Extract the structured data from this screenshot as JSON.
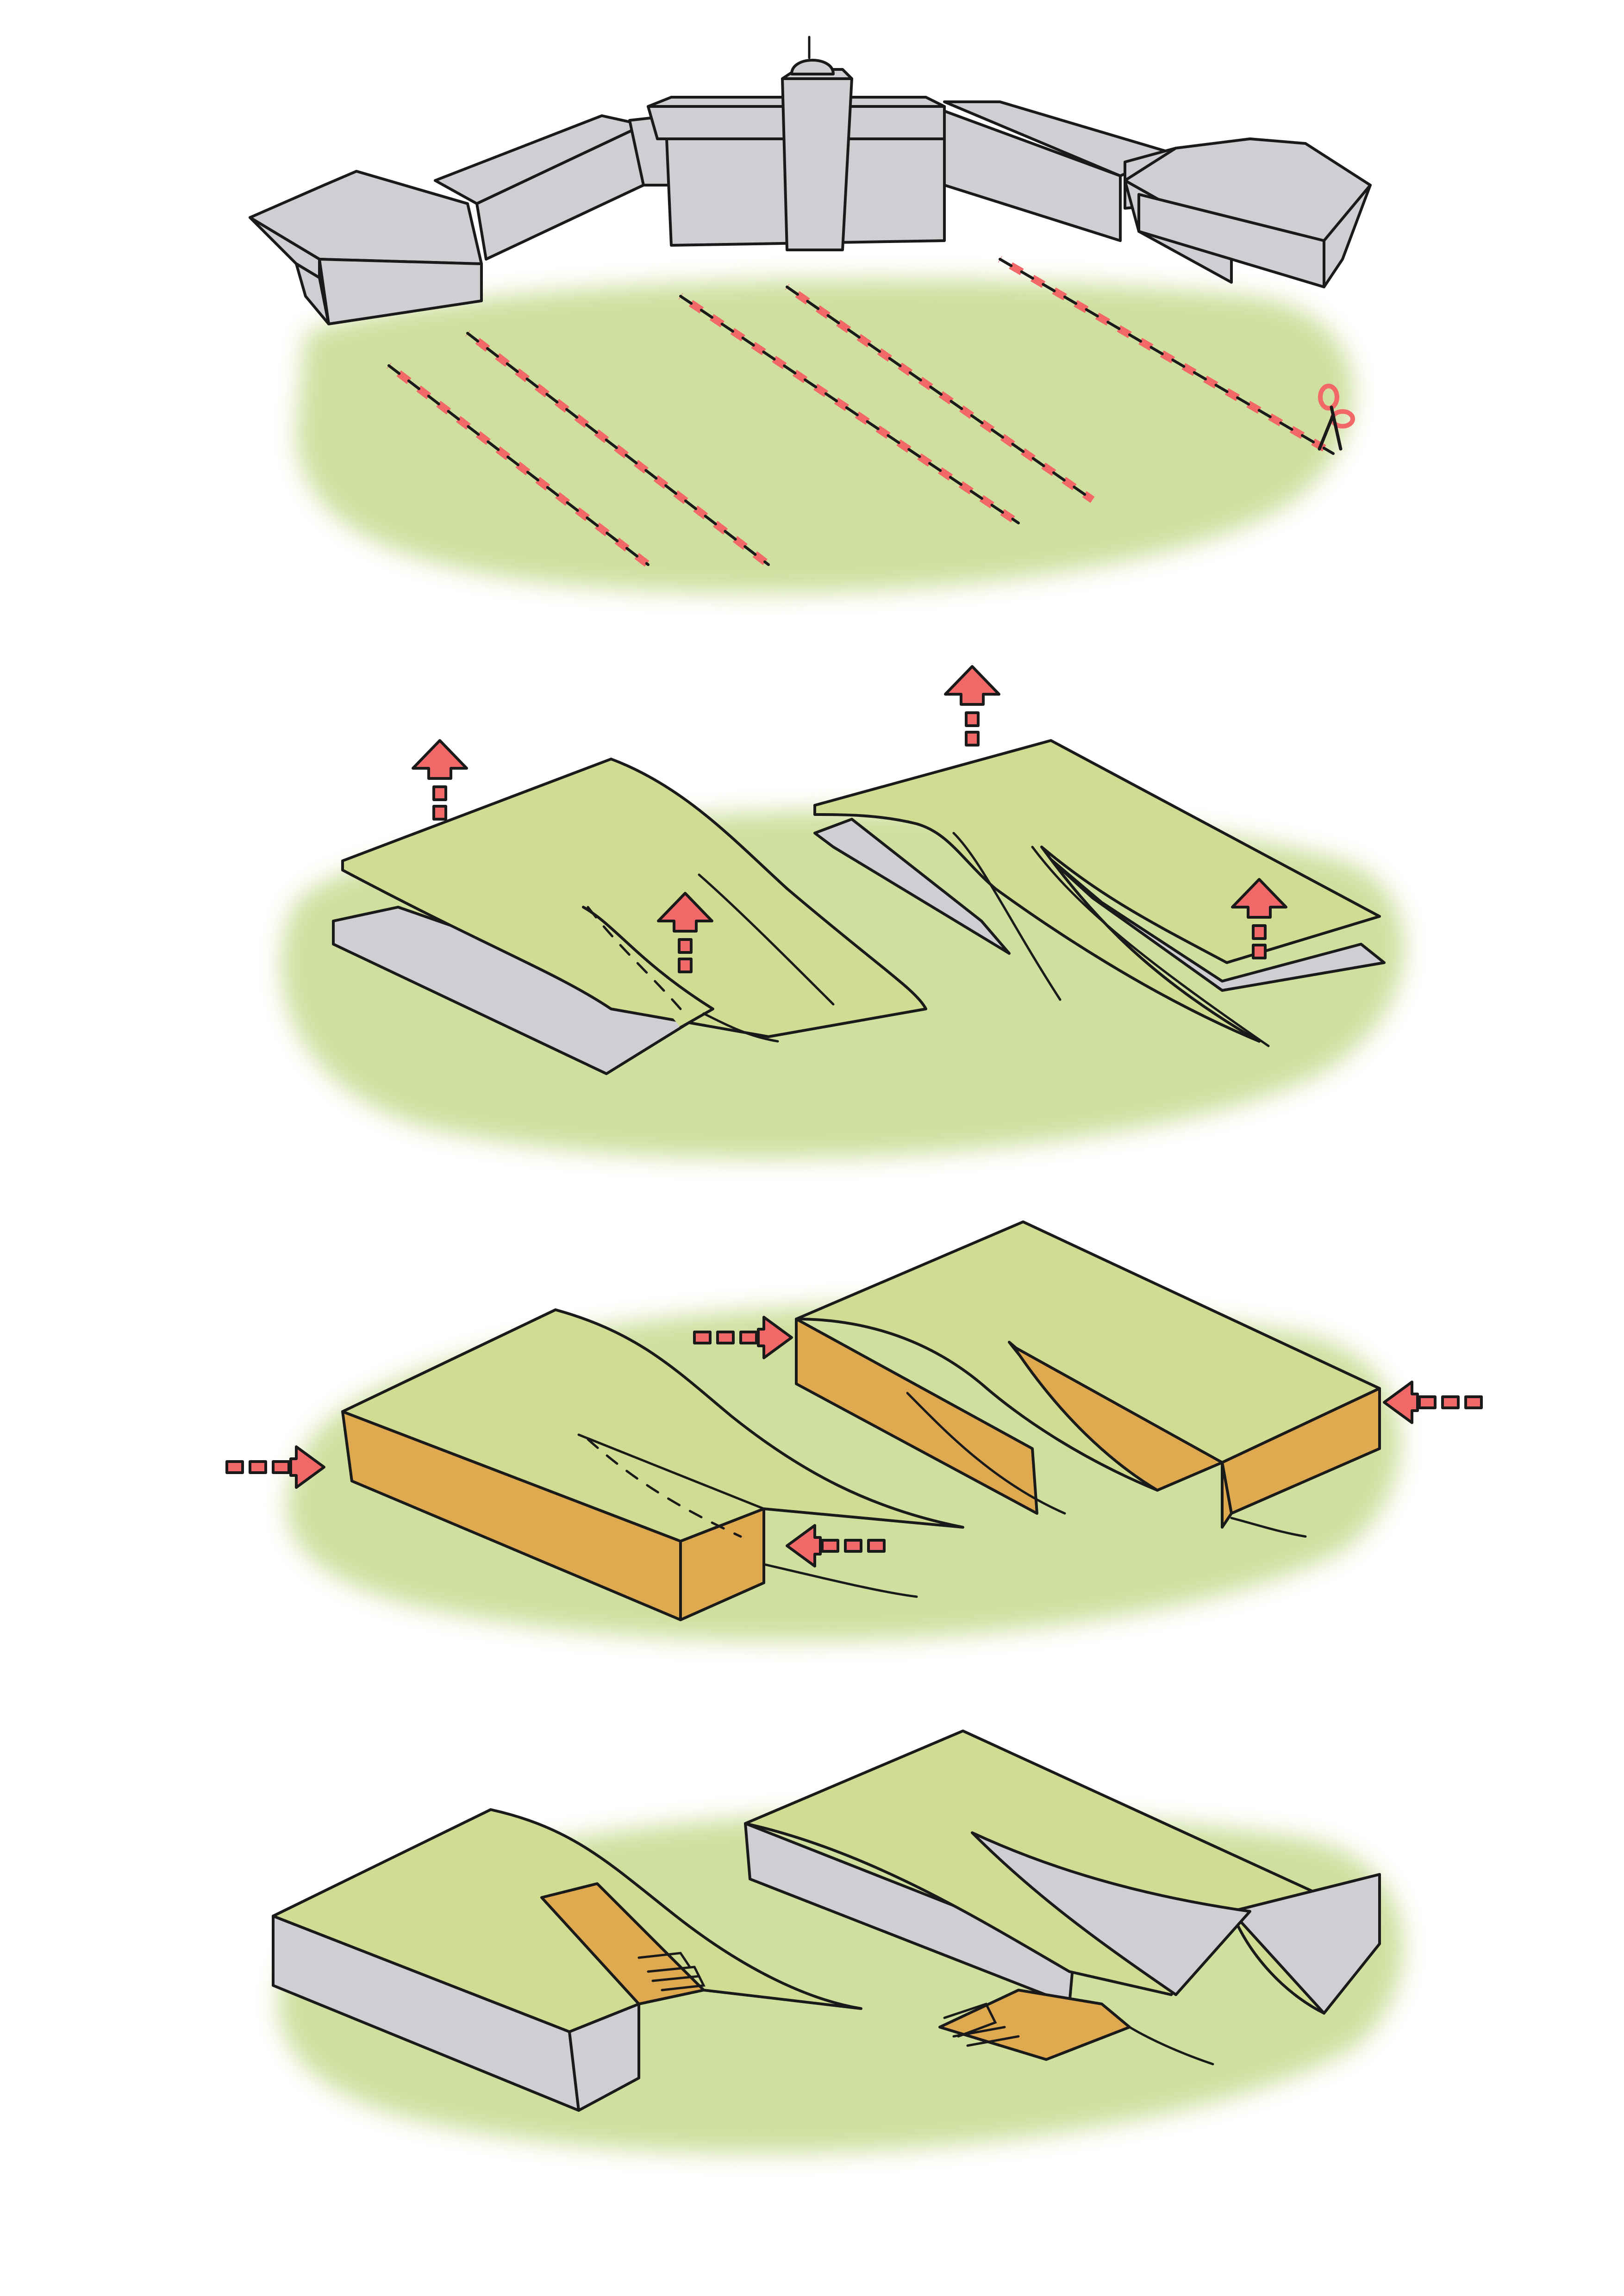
{
  "colors": {
    "grass": "#cfdf9e",
    "roof": "#cfdc92",
    "building": "#cfcfd3",
    "cut_side": "#dea94f",
    "arrow": "#f26868",
    "ink": "#1a1a1a"
  },
  "icons": [
    "scissors-icon",
    "arrow-up-icon",
    "arrow-right-icon",
    "arrow-left-icon",
    "stairs-icon"
  ],
  "steps": [
    {
      "id": "cut",
      "marks": [
        "existing-buildings",
        "red-dashed-cut-lines",
        "scissors-icon"
      ]
    },
    {
      "id": "lift",
      "marks": [
        "lifted-ground-slabs",
        "arrow-up-icon"
      ]
    },
    {
      "id": "fill",
      "marks": [
        "facade-infill",
        "arrow-right-icon",
        "arrow-left-icon"
      ]
    },
    {
      "id": "result",
      "marks": [
        "green-roofs",
        "sunken-courts",
        "stairs-icon"
      ]
    }
  ]
}
